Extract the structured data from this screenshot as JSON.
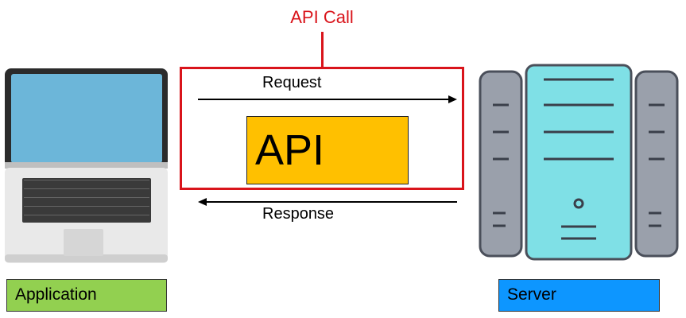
{
  "diagram": {
    "api_call_label": "API Call",
    "request_label": "Request",
    "response_label": "Response",
    "api_label": "API",
    "application_label": "Application",
    "server_label": "Server"
  },
  "colors": {
    "accent_red": "#d9141b",
    "api_box": "#ffc000",
    "application_box": "#92d050",
    "server_box": "#0d96ff",
    "laptop_screen": "#6cb6d9",
    "server_body": "#7fe0e6"
  },
  "icons": {
    "left": "laptop-icon",
    "right": "server-icon"
  }
}
